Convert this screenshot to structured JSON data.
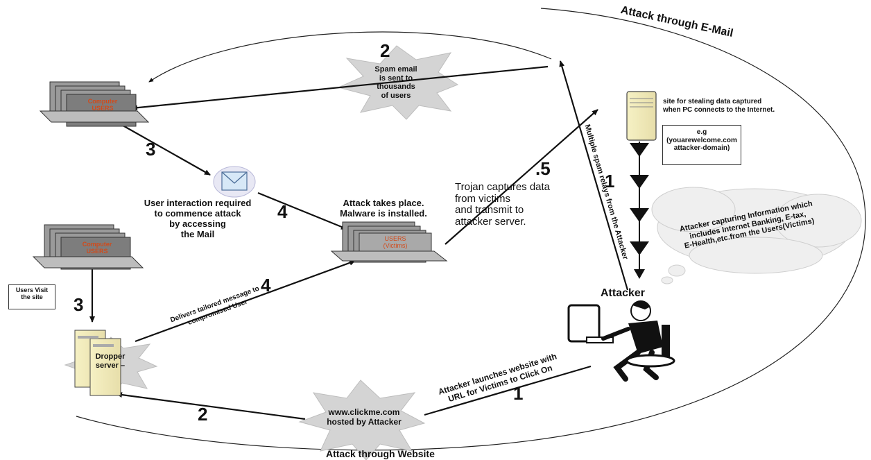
{
  "titles": {
    "email": "Attack through E-Mail",
    "website": "Attack through Website"
  },
  "steps": {
    "s1": "1",
    "s2_top": "2",
    "s3_top": "3",
    "s4_mid": "4",
    "s5": ".5",
    "s3_left": "3",
    "s4_low": "4",
    "s2_bottom": "2",
    "s1_bottom": "1"
  },
  "laptops": {
    "top": [
      "Computer",
      "USERS"
    ],
    "left": [
      "Computer",
      "USERS"
    ],
    "victims": [
      "USERS",
      "(Victims)"
    ]
  },
  "labels": {
    "spam_burst": [
      "Spam email",
      "is sent to",
      "thousands",
      "of users"
    ],
    "user_interaction": [
      "User interaction required",
      "to commence attack",
      "by accessing",
      "the Mail"
    ],
    "attack_takes_place": [
      "Attack takes place.",
      "Malware is installed."
    ],
    "trojan": [
      "Trojan captures data",
      "from victims",
      "and transmit to",
      "attacker server."
    ],
    "multiple_relays": "Multiple spam relays from the Attacker",
    "site_stealing": [
      "site for  stealing data captured",
      "when PC connects to the Internet."
    ],
    "eg_box": [
      "e.g",
      "(youarewelcome.com",
      "attacker-domain)"
    ],
    "cloud": [
      "Attacker capturing Information which",
      "includes Internet Banking, E-tax,",
      "E-Health,etc.from the Users(Victims)"
    ],
    "attacker": "Attacker",
    "users_visit": [
      "Users Visit",
      "the site"
    ],
    "dropper": [
      "Dropper",
      "server –"
    ],
    "delivers": [
      "Delivers tailored message to",
      "compromised User"
    ],
    "launches": [
      "Attacker launches website with",
      "URL for Victims to Click On"
    ],
    "clickme": [
      "www.clickme.com",
      "hosted by Attacker"
    ]
  }
}
